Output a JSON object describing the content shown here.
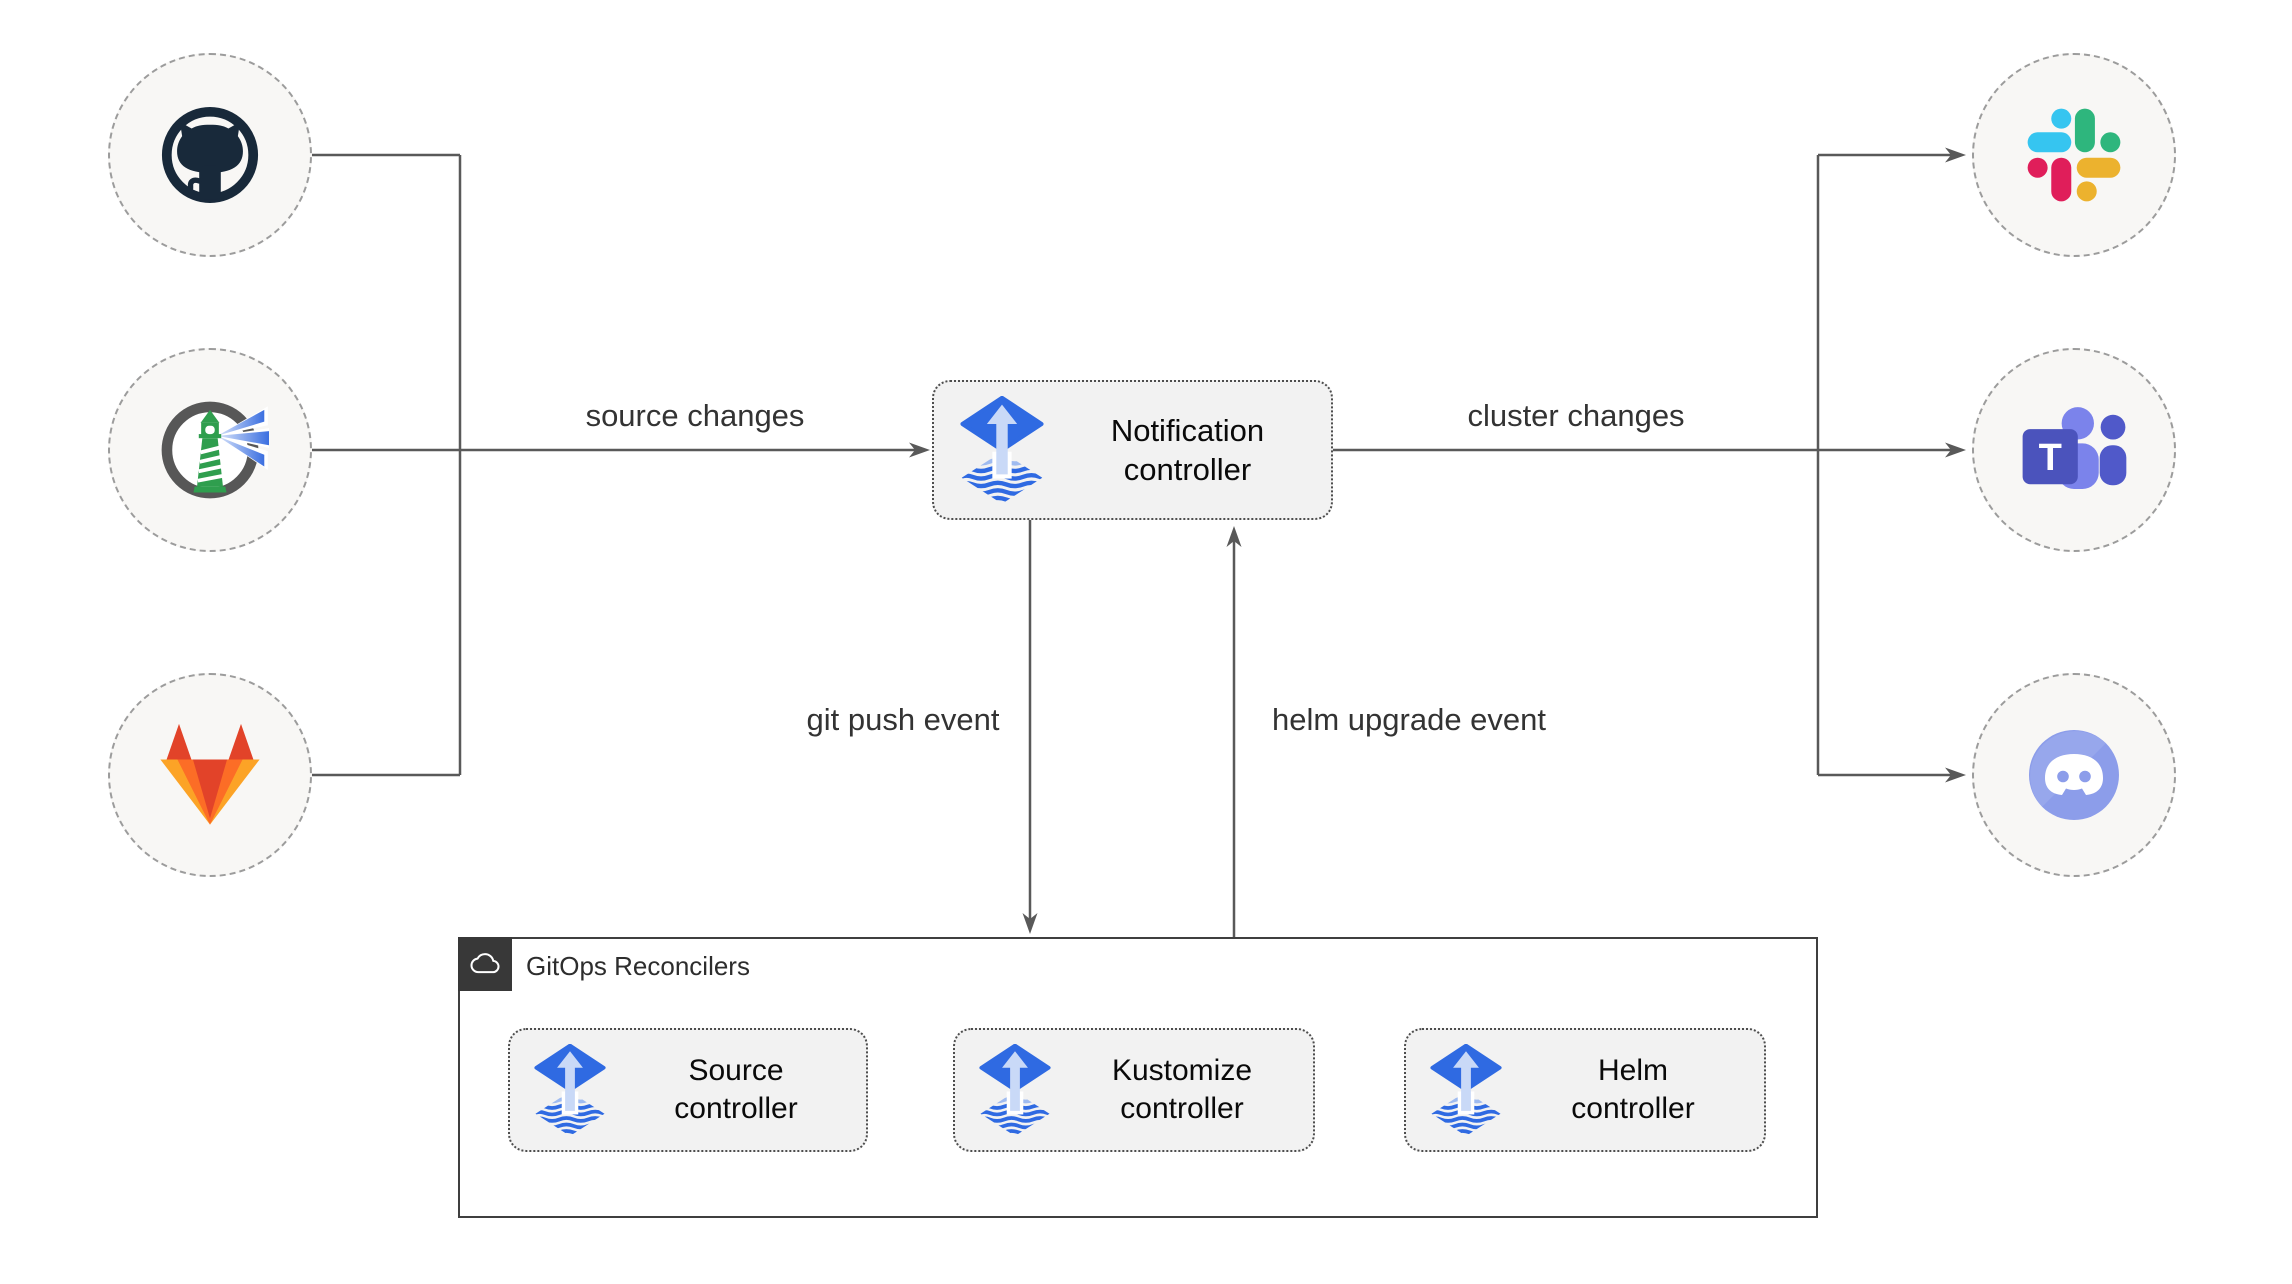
{
  "colors": {
    "flux_blue": "#316ce4",
    "flux_light_arrow": "#c9d9f7",
    "wire": "#595959",
    "edge_label_text": "#333333",
    "node_fill": "#f8f7f5",
    "node_border": "#9c9c9c",
    "controller_fill": "#f2f2f2",
    "controller_border": "#4d4d4d",
    "group_border": "#3f3f3f",
    "badge_bg": "#383838",
    "slack": [
      "#36c5f0",
      "#2eb67d",
      "#ecb22e",
      "#e01e5a"
    ],
    "teams": [
      "#4b53bc",
      "#7b83eb",
      "#5059c9"
    ],
    "discord": "#8c9dea",
    "gitlab": [
      "#e24329",
      "#fc6d26",
      "#fca326"
    ],
    "harbor_green": "#2f9e4e",
    "github_dark": "#18293a"
  },
  "icons": {
    "sources": [
      "github-icon",
      "harbor-icon",
      "gitlab-icon"
    ],
    "targets": [
      "slack-icon",
      "teams-icon",
      "discord-icon"
    ],
    "controller_icon": "flux-icon",
    "group_icon": "cloud-icon",
    "teams_letter": "T"
  },
  "notification": {
    "label": "Notification controller"
  },
  "edge_labels": {
    "source_changes": "source changes",
    "cluster_changes": "cluster changes",
    "git_push": "git push event",
    "helm_upgrade": "helm upgrade event"
  },
  "reconcilers": {
    "title": "GitOps Reconcilers",
    "items": [
      {
        "label": "Source controller"
      },
      {
        "label": "Kustomize controller"
      },
      {
        "label": "Helm controller"
      }
    ]
  }
}
